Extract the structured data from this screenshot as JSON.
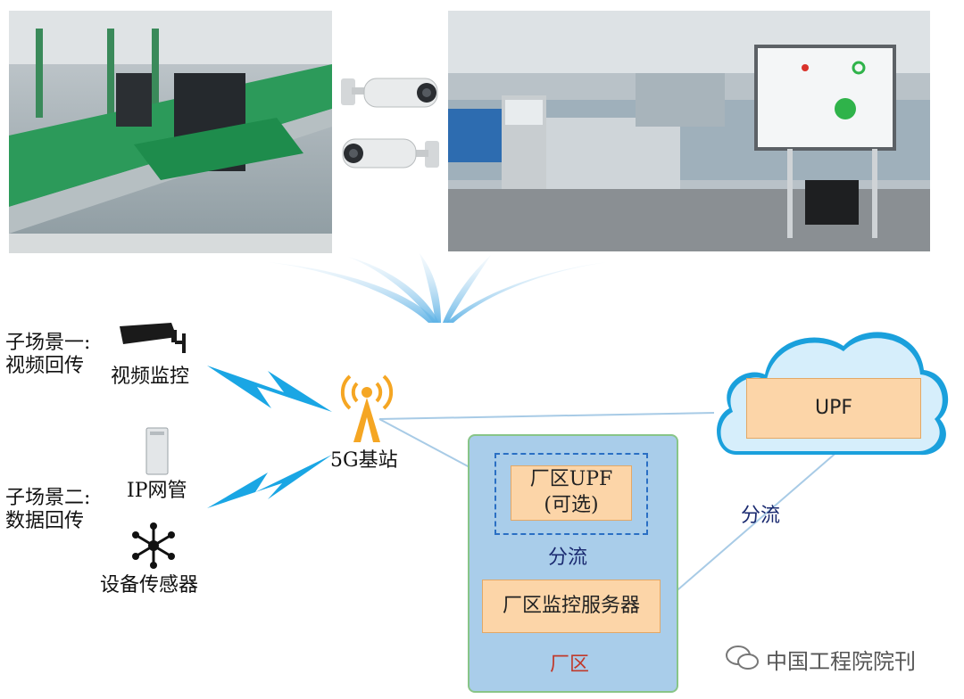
{
  "photos": {
    "left_photo": "production-line-photo",
    "camera_photo": "cctv-cameras-photo",
    "right_photo": "factory-floor-photo"
  },
  "scene1": {
    "title_line1": "子场景一:",
    "title_line2": "视频回传",
    "device": "视频监控"
  },
  "scene2": {
    "title_line1": "子场景二:",
    "title_line2": "数据回传",
    "device1": "IP网管",
    "device2": "设备传感器"
  },
  "base_station": {
    "label": "5G基站"
  },
  "cloud": {
    "upf_label": "UPF"
  },
  "factory": {
    "upf_line1": "厂区UPF",
    "upf_line2": "(可选)",
    "split_label": "分流",
    "server_label": "厂区监控服务器",
    "zone_label": "厂区"
  },
  "cloud_split_label": "分流",
  "watermark": "中国工程院院刊",
  "colors": {
    "zone_fill": "#a9cdea",
    "zone_border": "#88c588",
    "box_fill": "#fcd5a8",
    "cloud_fill": "#1aa0dc",
    "lightning": "#1aa6e4",
    "antenna": "#f5a623",
    "zone_label_color": "#c0392b",
    "split_color": "#1a2a70"
  }
}
